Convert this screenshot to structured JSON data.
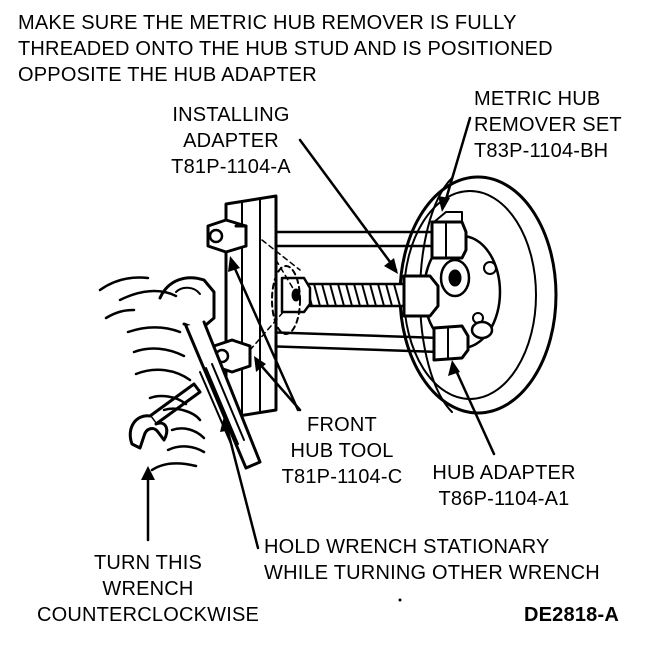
{
  "instruction": {
    "lines": [
      "MAKE SURE THE METRIC HUB REMOVER IS FULLY",
      "THREADED ONTO THE HUB STUD AND IS POSITIONED",
      "OPPOSITE THE HUB ADAPTER"
    ]
  },
  "labels": {
    "installing_adapter": [
      "INSTALLING",
      "ADAPTER",
      "T81P-1104-A"
    ],
    "metric_hub_remover": [
      "METRIC HUB",
      "REMOVER SET",
      "T83P-1104-BH"
    ],
    "front_hub_tool": [
      "FRONT",
      "HUB TOOL",
      "T81P-1104-C"
    ],
    "hub_adapter": [
      "HUB ADAPTER",
      "T86P-1104-A1"
    ],
    "turn_wrench": [
      "TURN THIS",
      "WRENCH",
      "COUNTERCLOCKWISE"
    ],
    "hold_wrench": [
      "HOLD WRENCH STATIONARY",
      "WHILE TURNING OTHER WRENCH"
    ]
  },
  "figure_id": "DE2818-A",
  "colors": {
    "ink": "#000000",
    "paper": "#ffffff"
  }
}
